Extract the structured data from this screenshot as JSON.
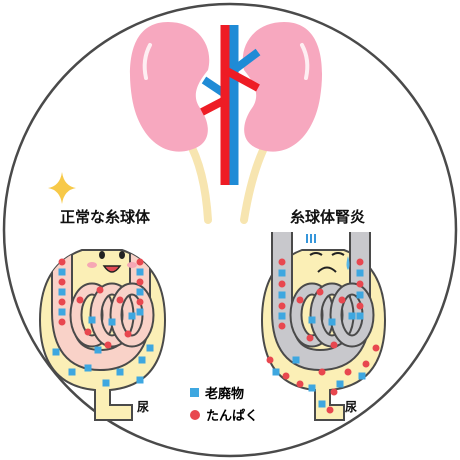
{
  "labels": {
    "normal_title": "正常な糸球体",
    "disease_title": "糸球体腎炎",
    "urine": "尿"
  },
  "legend": [
    {
      "shape": "square",
      "color": "#3ea7e0",
      "label": "老廃物"
    },
    {
      "shape": "circle",
      "color": "#e8474f",
      "label": "たんぱく"
    }
  ],
  "colors": {
    "kidney": "#f7a8bf",
    "capsule": "#fbefb6",
    "artery": "#ee1c25",
    "vein": "#1f8bd6",
    "normal_vessel": "#f9d2c8",
    "disease_vessel": "#c8c8cc",
    "sparkle": "#f7c948"
  },
  "icons": [
    "sparkle-icon",
    "smile-face-icon",
    "sad-face-icon",
    "sweat-drop-icon"
  ]
}
